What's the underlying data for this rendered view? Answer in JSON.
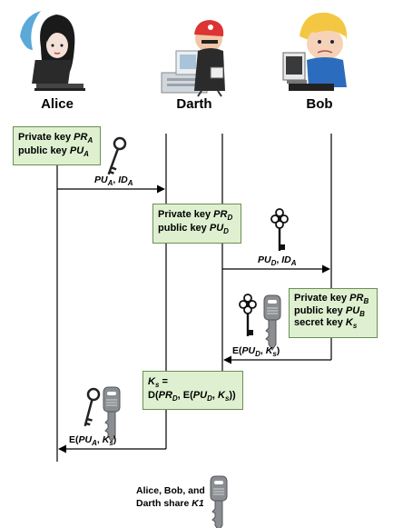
{
  "actors": {
    "alice": "Alice",
    "darth": "Darth",
    "bob": "Bob"
  },
  "boxes": {
    "alice_keys": [
      "Private key ",
      "PR",
      "A",
      "public key ",
      "PU",
      "A"
    ],
    "darth_keys": [
      "Private key ",
      "PR",
      "D",
      "public key ",
      "PU",
      "D"
    ],
    "bob_keys": [
      "Private key ",
      "PR",
      "B",
      "public key ",
      "PU",
      "B",
      "secret key ",
      "K",
      "s"
    ],
    "darth_compute": [
      "K",
      "s",
      " =",
      "D(",
      "PR",
      "D",
      ", E(",
      "PU",
      "D",
      ", ",
      "K",
      "s",
      "))"
    ]
  },
  "messages": {
    "m1": [
      "PU",
      "A",
      ", ",
      "ID",
      "A"
    ],
    "m2": [
      "PU",
      "D",
      ", ",
      "ID",
      "A"
    ],
    "m3": [
      "E(",
      "PU",
      "D",
      ", ",
      "K",
      "s",
      ")"
    ],
    "m4": [
      "E(",
      "PU",
      "A",
      ", ",
      "K",
      "s",
      ")"
    ]
  },
  "footer": {
    "line1": "Alice, Bob, and",
    "line2_pre": "Darth share ",
    "line2_key": "K1"
  },
  "icons": [
    "alice-avatar",
    "darth-avatar",
    "bob-avatar",
    "skeleton-key-icon",
    "ornate-key-icon",
    "house-key-icon"
  ],
  "colors": {
    "box_fill": "#dff0d0",
    "box_border": "#6a8f55",
    "key_gray": "#8a8d91"
  }
}
